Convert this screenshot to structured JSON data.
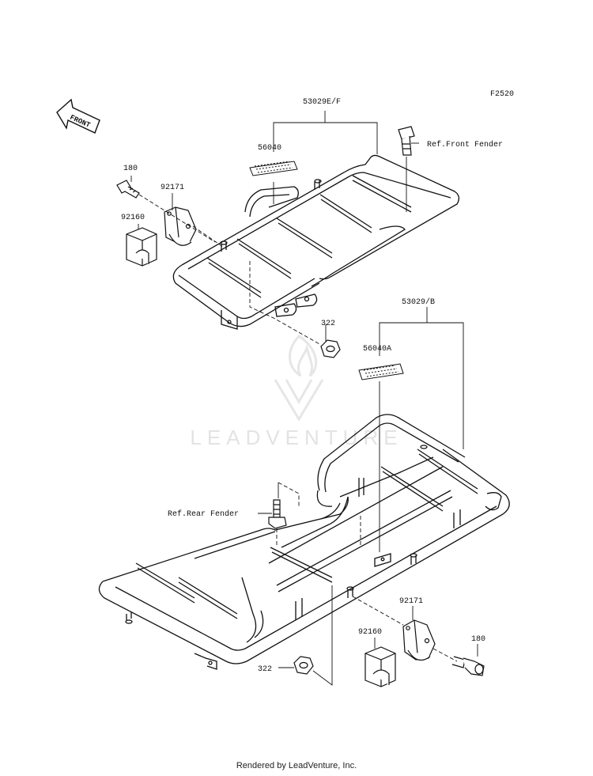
{
  "diagram": {
    "code": "F2520",
    "front_label": "FRONT",
    "parts": {
      "front_rack": "53029E/F",
      "rear_rack": "53029/B",
      "label_front": "56040",
      "label_rear": "56040A",
      "bolt_upper": "180",
      "bolt_lower": "180",
      "bracket_upper": "92171",
      "bracket_lower": "92171",
      "clamp_upper": "92160",
      "clamp_lower": "92160",
      "nut_upper": "322",
      "nut_lower": "322"
    },
    "references": {
      "front_fender": "Ref.Front Fender",
      "rear_fender": "Ref.Rear Fender"
    }
  },
  "watermark": {
    "brand": "LEADVENTURE"
  },
  "footer": {
    "credit": "Rendered by LeadVenture, Inc."
  }
}
